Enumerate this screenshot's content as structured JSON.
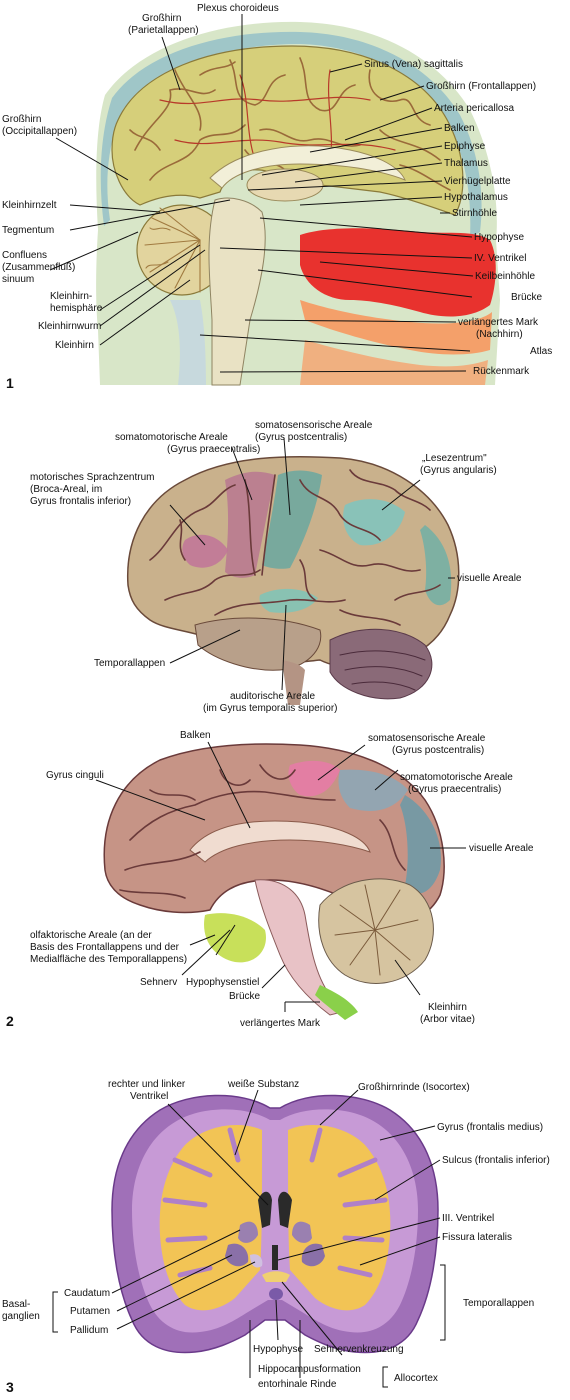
{
  "panel1": {
    "number": "1",
    "labels": {
      "plexus_choroideus": "Plexus choroideus",
      "grosshirn_parietal_1": "Großhirn",
      "grosshirn_parietal_2": "(Parietallappen)",
      "sinus": "Sinus (Vena) sagittalis",
      "frontal": "Großhirn (Frontallappen)",
      "arteria": "Arteria pericallosa",
      "balken": "Balken",
      "epiphyse": "Epiphyse",
      "thalamus": "Thalamus",
      "vierhuegel": "Vierhügelplatte",
      "hypothalamus": "Hypothalamus",
      "stirnhoehle": "Stirnhöhle",
      "hypophyse": "Hypophyse",
      "ventrikel": "IV. Ventrikel",
      "keilbein": "Keilbeinhöhle",
      "bruecke": "Brücke",
      "mark_1": "verlängertes Mark",
      "mark_2": "(Nachhirn)",
      "atlas": "Atlas",
      "rueckenmark": "Rückenmark",
      "occipital_1": "Großhirn",
      "occipital_2": "(Occipitallappen)",
      "kleinhirnzelt": "Kleinhirnzelt",
      "tegmentum": "Tegmentum",
      "confluens_1": "Confluens",
      "confluens_2": "(Zusammenfluß)",
      "confluens_3": "sinuum",
      "hemi_1": "Kleinhirn-",
      "hemi_2": "hemisphäre",
      "wurm": "Kleinhirnwurm",
      "kleinhirn": "Kleinhirn"
    }
  },
  "panel2": {
    "number": "2",
    "labels": {
      "somatomotor_1": "somatomotorische Areale",
      "somatomotor_2": "(Gyrus praecentralis)",
      "somatosens_1": "somatosensorische Areale",
      "somatosens_2": "(Gyrus postcentralis)",
      "lese_1": "„Lesezentrum\"",
      "lese_2": "(Gyrus angularis)",
      "sprach_1": "motorisches Sprachzentrum",
      "sprach_2": "(Broca-Areal, im",
      "sprach_3": "Gyrus frontalis inferior)",
      "visuell_a": "visuelle Areale",
      "temporal": "Temporallappen",
      "auditor_1": "auditorische Areale",
      "auditor_2": "(im Gyrus temporalis superior)",
      "balken": "Balken",
      "somatosens_b1": "somatosensorische Areale",
      "somatosens_b2": "(Gyrus postcentralis)",
      "somatomotor_b1": "somatomotorische Areale",
      "somatomotor_b2": "(Gyrus praecentralis)",
      "cinguli": "Gyrus cinguli",
      "visuell_b": "visuelle Areale",
      "olf_1": "olfaktorische Areale (an der",
      "olf_2": "Basis des Frontallappens und der",
      "olf_3": "Medialfläche des Temporallappens)",
      "sehnerv": "Sehnerv",
      "hypophysenstiel": "Hypophysenstiel",
      "bruecke": "Brücke",
      "mark": "verlängertes Mark",
      "kleinhirn_1": "Kleinhirn",
      "kleinhirn_2": "(Arbor vitae)"
    }
  },
  "panel3": {
    "number": "3",
    "labels": {
      "ventrikel_1": "rechter und linker",
      "ventrikel_2": "Ventrikel",
      "weisse": "weiße Substanz",
      "rinde": "Großhirnrinde (Isocortex)",
      "gyrus": "Gyrus (frontalis medius)",
      "sulcus": "Sulcus (frontalis inferior)",
      "ventrikel_iii": "III. Ventrikel",
      "fissura": "Fissura lateralis",
      "basal_1": "Basal-",
      "basal_2": "ganglien",
      "caudatum": "Caudatum",
      "putamen": "Putamen",
      "pallidum": "Pallidum",
      "temporal": "Temporallappen",
      "hypophyse": "Hypophyse",
      "sehnerven": "Sehnervenkreuzung",
      "hippo": "Hippocampusformation",
      "entorhinal": "entorhinale Rinde",
      "allocortex": "Allocortex"
    }
  }
}
